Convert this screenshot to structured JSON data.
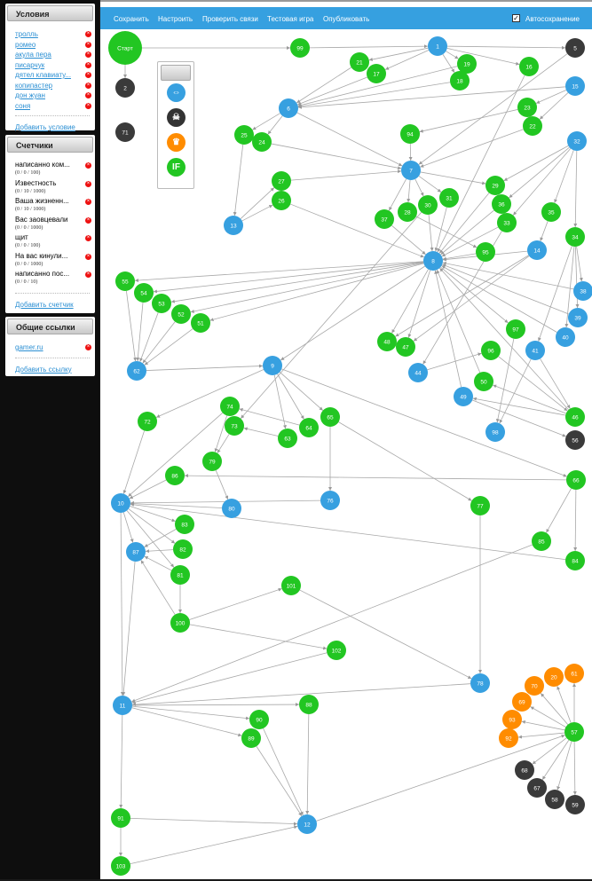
{
  "sidebar": {
    "conditions": {
      "title": "Условия",
      "items": [
        "тролль",
        "ромео",
        "акула пера",
        "писарчук",
        "дятел клавиату...",
        "копипастер",
        "дон жуан",
        "соня"
      ],
      "add": "Добавить условие"
    },
    "counters": {
      "title": "Счетчики",
      "items": [
        {
          "name": "написанно ком...",
          "range": "(0 / 0 / 100)"
        },
        {
          "name": "Известность",
          "range": "(0 / 10 / 1000)"
        },
        {
          "name": "Ваша жизненн...",
          "range": "(0 / 10 / 1000)"
        },
        {
          "name": "Вас заовцевали",
          "range": "(0 / 0 / 1000)"
        },
        {
          "name": "щит",
          "range": "(0 / 0 / 100)"
        },
        {
          "name": "На вас кинули...",
          "range": "(0 / 0 / 1000)"
        },
        {
          "name": "написанно пос...",
          "range": "(0 / 0 / 10)"
        }
      ],
      "add": "Добавить счетчик"
    },
    "links": {
      "title": "Общие ссылки",
      "items": [
        "gamer.ru"
      ],
      "add": "Добавить ссылку"
    }
  },
  "toolbar": {
    "save": "Сохранить",
    "configure": "Настроить",
    "check": "Проверить связи",
    "test": "Тестовая игра",
    "publish": "Опубликовать",
    "autosave": "Автосохранение",
    "autosave_checked": true
  },
  "palette": {
    "icons": [
      "transition-icon",
      "skull-icon",
      "crown-icon",
      "if-icon"
    ],
    "if_label": "IF"
  },
  "colors": {
    "green": "#22c622",
    "blue": "#37a0e0",
    "dark": "#3a3a3a",
    "orange": "#ff8c00",
    "toolbar": "#36a0e0"
  },
  "graph": {
    "nodes": [
      [
        "Старт",
        "g"
      ],
      [
        "2",
        "d"
      ],
      [
        "71",
        "d"
      ],
      [
        "99",
        "g"
      ],
      [
        "1",
        "b"
      ],
      [
        "5",
        "d"
      ],
      [
        "21",
        "g"
      ],
      [
        "17",
        "g"
      ],
      [
        "19",
        "g"
      ],
      [
        "18",
        "g"
      ],
      [
        "16",
        "g"
      ],
      [
        "15",
        "b"
      ],
      [
        "6",
        "b"
      ],
      [
        "23",
        "g"
      ],
      [
        "22",
        "g"
      ],
      [
        "94",
        "g"
      ],
      [
        "25",
        "g"
      ],
      [
        "24",
        "g"
      ],
      [
        "32",
        "b"
      ],
      [
        "7",
        "b"
      ],
      [
        "27",
        "g"
      ],
      [
        "26",
        "g"
      ],
      [
        "29",
        "g"
      ],
      [
        "36",
        "g"
      ],
      [
        "33",
        "g"
      ],
      [
        "31",
        "g"
      ],
      [
        "30",
        "g"
      ],
      [
        "28",
        "g"
      ],
      [
        "37",
        "g"
      ],
      [
        "35",
        "g"
      ],
      [
        "34",
        "g"
      ],
      [
        "14",
        "b"
      ],
      [
        "8",
        "b"
      ],
      [
        "95",
        "g"
      ],
      [
        "13",
        "b"
      ],
      [
        "55",
        "g"
      ],
      [
        "54",
        "g"
      ],
      [
        "53",
        "g"
      ],
      [
        "52",
        "g"
      ],
      [
        "51",
        "g"
      ],
      [
        "62",
        "b"
      ],
      [
        "9",
        "b"
      ],
      [
        "38",
        "b"
      ],
      [
        "39",
        "b"
      ],
      [
        "40",
        "b"
      ],
      [
        "97",
        "g"
      ],
      [
        "48",
        "g"
      ],
      [
        "47",
        "g"
      ],
      [
        "96",
        "g"
      ],
      [
        "41",
        "b"
      ],
      [
        "44",
        "b"
      ],
      [
        "50",
        "g"
      ],
      [
        "49",
        "b"
      ],
      [
        "46",
        "g"
      ],
      [
        "98",
        "b"
      ],
      [
        "56",
        "d"
      ],
      [
        "72",
        "g"
      ],
      [
        "74",
        "g"
      ],
      [
        "73",
        "g"
      ],
      [
        "64",
        "g"
      ],
      [
        "63",
        "g"
      ],
      [
        "65",
        "g"
      ],
      [
        "79",
        "g"
      ],
      [
        "86",
        "g"
      ],
      [
        "66",
        "g"
      ],
      [
        "10",
        "b"
      ],
      [
        "80",
        "b"
      ],
      [
        "76",
        "b"
      ],
      [
        "77",
        "g"
      ],
      [
        "83",
        "g"
      ],
      [
        "87",
        "b"
      ],
      [
        "82",
        "g"
      ],
      [
        "85",
        "g"
      ],
      [
        "84",
        "g"
      ],
      [
        "81",
        "g"
      ],
      [
        "101",
        "g"
      ],
      [
        "100",
        "g"
      ],
      [
        "102",
        "g"
      ],
      [
        "78",
        "b"
      ],
      [
        "20",
        "o"
      ],
      [
        "61",
        "o"
      ],
      [
        "70",
        "o"
      ],
      [
        "69",
        "o"
      ],
      [
        "93",
        "o"
      ],
      [
        "92",
        "o"
      ],
      [
        "57",
        "g"
      ],
      [
        "11",
        "b"
      ],
      [
        "88",
        "g"
      ],
      [
        "90",
        "g"
      ],
      [
        "89",
        "g"
      ],
      [
        "68",
        "d"
      ],
      [
        "67",
        "d"
      ],
      [
        "58",
        "d"
      ],
      [
        "59",
        "d"
      ],
      [
        "91",
        "g"
      ],
      [
        "12",
        "b"
      ],
      [
        "103",
        "g"
      ]
    ],
    "edges": [
      [
        "Старт",
        "99"
      ],
      [
        "Старт",
        "2"
      ],
      [
        "99",
        "1"
      ],
      [
        "1",
        "5"
      ],
      [
        "1",
        "16"
      ],
      [
        "1",
        "21"
      ],
      [
        "1",
        "17"
      ],
      [
        "1",
        "19"
      ],
      [
        "1",
        "18"
      ],
      [
        "21",
        "6"
      ],
      [
        "17",
        "6"
      ],
      [
        "19",
        "6"
      ],
      [
        "18",
        "6"
      ],
      [
        "15",
        "6"
      ],
      [
        "15",
        "23"
      ],
      [
        "15",
        "22"
      ],
      [
        "6",
        "25"
      ],
      [
        "6",
        "24"
      ],
      [
        "6",
        "7"
      ],
      [
        "16",
        "8"
      ],
      [
        "23",
        "94"
      ],
      [
        "22",
        "7"
      ],
      [
        "5",
        "7"
      ],
      [
        "94",
        "7"
      ],
      [
        "24",
        "7"
      ],
      [
        "25",
        "13"
      ],
      [
        "13",
        "27"
      ],
      [
        "13",
        "26"
      ],
      [
        "27",
        "7"
      ],
      [
        "26",
        "8"
      ],
      [
        "7",
        "29"
      ],
      [
        "7",
        "31"
      ],
      [
        "7",
        "30"
      ],
      [
        "7",
        "28"
      ],
      [
        "7",
        "37"
      ],
      [
        "32",
        "29"
      ],
      [
        "32",
        "36"
      ],
      [
        "32",
        "33"
      ],
      [
        "32",
        "35"
      ],
      [
        "32",
        "34"
      ],
      [
        "35",
        "14"
      ],
      [
        "29",
        "8"
      ],
      [
        "36",
        "8"
      ],
      [
        "33",
        "8"
      ],
      [
        "31",
        "8"
      ],
      [
        "30",
        "8"
      ],
      [
        "28",
        "95"
      ],
      [
        "37",
        "8"
      ],
      [
        "95",
        "8"
      ],
      [
        "14",
        "8"
      ],
      [
        "8",
        "55"
      ],
      [
        "8",
        "54"
      ],
      [
        "8",
        "53"
      ],
      [
        "8",
        "52"
      ],
      [
        "8",
        "51"
      ],
      [
        "55",
        "62"
      ],
      [
        "54",
        "62"
      ],
      [
        "53",
        "62"
      ],
      [
        "52",
        "62"
      ],
      [
        "51",
        "62"
      ],
      [
        "62",
        "9"
      ],
      [
        "8",
        "9"
      ],
      [
        "30",
        "73"
      ],
      [
        "34",
        "38"
      ],
      [
        "34",
        "39"
      ],
      [
        "34",
        "40"
      ],
      [
        "38",
        "8"
      ],
      [
        "39",
        "8"
      ],
      [
        "40",
        "8"
      ],
      [
        "34",
        "41"
      ],
      [
        "8",
        "48"
      ],
      [
        "8",
        "47"
      ],
      [
        "14",
        "48"
      ],
      [
        "14",
        "47"
      ],
      [
        "33",
        "44"
      ],
      [
        "44",
        "96"
      ],
      [
        "96",
        "46"
      ],
      [
        "8",
        "97"
      ],
      [
        "97",
        "98"
      ],
      [
        "41",
        "46"
      ],
      [
        "41",
        "98"
      ],
      [
        "49",
        "8"
      ],
      [
        "50",
        "8"
      ],
      [
        "46",
        "50"
      ],
      [
        "46",
        "49"
      ],
      [
        "49",
        "56"
      ],
      [
        "46",
        "8"
      ],
      [
        "9",
        "72"
      ],
      [
        "9",
        "63"
      ],
      [
        "9",
        "64"
      ],
      [
        "9",
        "65"
      ],
      [
        "9",
        "66"
      ],
      [
        "64",
        "74"
      ],
      [
        "63",
        "73"
      ],
      [
        "73",
        "79"
      ],
      [
        "74",
        "79"
      ],
      [
        "74",
        "10"
      ],
      [
        "65",
        "76"
      ],
      [
        "65",
        "77"
      ],
      [
        "72",
        "10"
      ],
      [
        "86",
        "10"
      ],
      [
        "66",
        "86"
      ],
      [
        "79",
        "80"
      ],
      [
        "76",
        "10"
      ],
      [
        "80",
        "10"
      ],
      [
        "66",
        "85"
      ],
      [
        "66",
        "84"
      ],
      [
        "10",
        "83"
      ],
      [
        "10",
        "87"
      ],
      [
        "10",
        "82"
      ],
      [
        "10",
        "81"
      ],
      [
        "10",
        "11"
      ],
      [
        "84",
        "10"
      ],
      [
        "83",
        "87"
      ],
      [
        "82",
        "87"
      ],
      [
        "81",
        "87"
      ],
      [
        "81",
        "100"
      ],
      [
        "100",
        "87"
      ],
      [
        "87",
        "11"
      ],
      [
        "100",
        "101"
      ],
      [
        "100",
        "102"
      ],
      [
        "101",
        "78"
      ],
      [
        "77",
        "78"
      ],
      [
        "85",
        "11"
      ],
      [
        "102",
        "11"
      ],
      [
        "78",
        "11"
      ],
      [
        "11",
        "88"
      ],
      [
        "11",
        "90"
      ],
      [
        "11",
        "89"
      ],
      [
        "11",
        "91"
      ],
      [
        "90",
        "12"
      ],
      [
        "89",
        "12"
      ],
      [
        "88",
        "12"
      ],
      [
        "91",
        "12"
      ],
      [
        "91",
        "103"
      ],
      [
        "103",
        "12"
      ],
      [
        "12",
        "57"
      ],
      [
        "57",
        "92"
      ],
      [
        "57",
        "93"
      ],
      [
        "57",
        "69"
      ],
      [
        "57",
        "70"
      ],
      [
        "57",
        "20"
      ],
      [
        "57",
        "61"
      ],
      [
        "57",
        "68"
      ],
      [
        "57",
        "67"
      ],
      [
        "57",
        "58"
      ],
      [
        "57",
        "59"
      ]
    ]
  }
}
